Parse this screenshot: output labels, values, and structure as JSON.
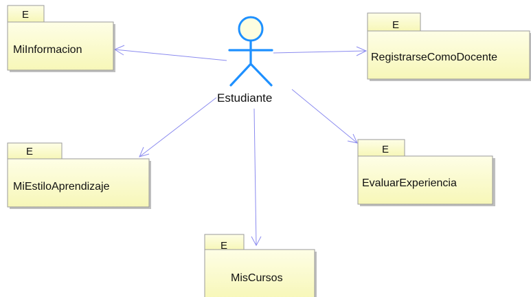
{
  "actor": {
    "name": "Estudiante",
    "color": "#1e90ff"
  },
  "packages": [
    {
      "id": "miinformacion",
      "stereotype": "E",
      "name": "MiInformacion"
    },
    {
      "id": "registrarse",
      "stereotype": "E",
      "name": "RegistrarseComoDocente"
    },
    {
      "id": "miestilo",
      "stereotype": "E",
      "name": "MiEstiloAprendizaje"
    },
    {
      "id": "evaluar",
      "stereotype": "E",
      "name": "EvaluarExperiencia"
    },
    {
      "id": "miscursos",
      "stereotype": "E",
      "name": "MisCursos"
    }
  ],
  "colors": {
    "package_fill_top": "#fefee6",
    "package_fill_bottom": "#f7f7b8",
    "package_border": "#9a9a9a",
    "association_line": "#8a8aef"
  }
}
